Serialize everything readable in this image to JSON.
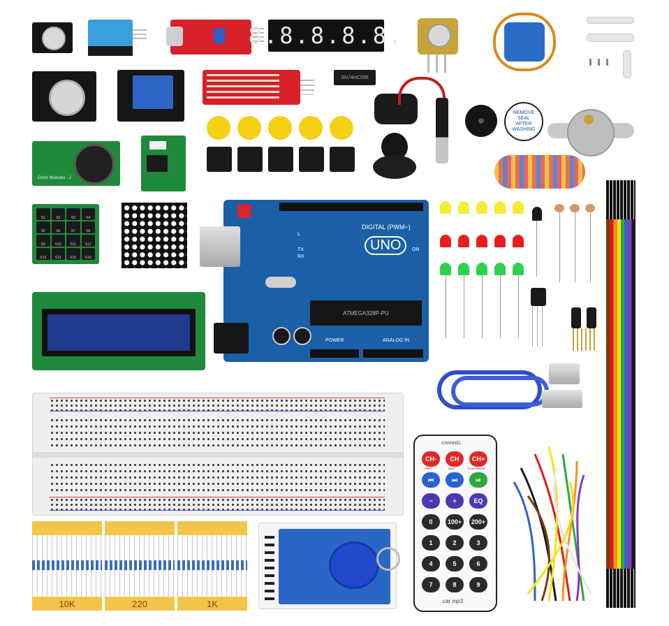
{
  "display_7seg": "8.8.8.8.8.",
  "arduino": {
    "logo": "UNO",
    "digital": "DIGITAL (PWM~)",
    "analog": "ANALOG IN",
    "power": "POWER",
    "chip": "ATMEGA328P-PU",
    "on": "ON",
    "tx": "TX",
    "rx": "RX",
    "l": "L"
  },
  "rtc_label": "Clock Modules - 2",
  "buzzer_sticker": "REMOVE SEAL AFTER WASHING",
  "shift_register_chip": "SN74HC595",
  "keypad_keys": [
    "S1",
    "S2",
    "S3",
    "S4",
    "S5",
    "S6",
    "S7",
    "S8",
    "S9",
    "S10",
    "S11",
    "S12",
    "S13",
    "S14",
    "S15",
    "S16"
  ],
  "remote": {
    "header": "CHANNEL",
    "row1": [
      "CH-",
      "CH",
      "CH+"
    ],
    "row1_sub": [
      "PREV",
      "NEXT",
      "PLAY/PAUSE"
    ],
    "row3": [
      "−",
      "+",
      "EQ"
    ],
    "digits": [
      "0",
      "100+",
      "200+",
      "1",
      "2",
      "3",
      "4",
      "5",
      "6",
      "7",
      "8",
      "9"
    ],
    "brand": "car mp3"
  },
  "resistor_labels": [
    "10K",
    "220",
    "1K"
  ],
  "colors": {
    "arduino_blue": "#1b5fa8",
    "module_red": "#d8202a",
    "module_green": "#1f8a3c",
    "lcd_blue": "#1f3a8f",
    "jumper_yellow": "#f2c64a"
  }
}
